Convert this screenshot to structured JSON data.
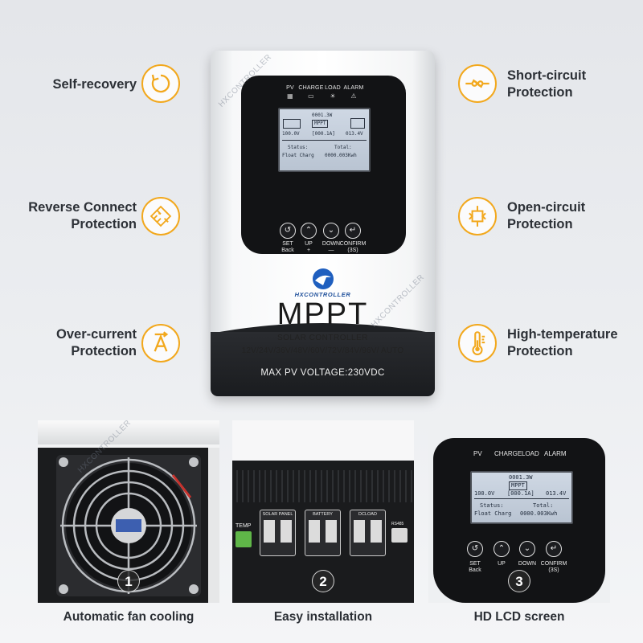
{
  "features": {
    "left": [
      {
        "label": "Self-recovery",
        "icon": "self-recovery-icon"
      },
      {
        "label": "Reverse Connect\nProtection",
        "icon": "reverse-connect-icon"
      },
      {
        "label": "Over-current\nProtection",
        "icon": "over-current-icon"
      }
    ],
    "right": [
      {
        "label": "Short-circuit\nProtection",
        "icon": "short-circuit-icon"
      },
      {
        "label": "Open-circuit\nProtection",
        "icon": "open-circuit-icon"
      },
      {
        "label": "High-temperature\nProtection",
        "icon": "high-temperature-icon"
      }
    ],
    "accent_color": "#f2a81d"
  },
  "controller": {
    "indicators": [
      "PV",
      "CHARGE",
      "LOAD",
      "ALARM"
    ],
    "lcd": {
      "power": "0001.3W",
      "mode": "MPPT",
      "pv_voltage": "100.0V",
      "current": "[000.1A]",
      "battery_voltage": "013.4V",
      "status_label": "Status:",
      "total_label": "Total:",
      "status_value": "Float Charg",
      "total_value": "0000.003Kwh"
    },
    "buttons": [
      {
        "label": "SET",
        "sub": "Back",
        "icon": "set-back-icon"
      },
      {
        "label": "UP",
        "sub": "+",
        "icon": "up-arrow-icon"
      },
      {
        "label": "DOWN",
        "sub": "—",
        "icon": "down-arrow-icon"
      },
      {
        "label": "CONFIRM",
        "sub": "(3S)",
        "icon": "confirm-icon"
      }
    ],
    "brand": "HXCONTROLLER",
    "model": "MPPT",
    "subtitle": "SOLAR CONTROLLER",
    "voltages": "12V/24V/36V/48V/60V/72V/84V/96V/ AUTO",
    "max_pv": "MAX  PV  VOLTAGE:230VDC",
    "watermark": "HXCONTROLLER"
  },
  "panels": [
    {
      "number": "1",
      "caption": "Automatic fan cooling"
    },
    {
      "number": "2",
      "caption": "Easy installation",
      "terminals": [
        "TEMP",
        "SOLAR PANEL",
        "BATTERY",
        "DCLOAD",
        "RS485"
      ]
    },
    {
      "number": "3",
      "caption": "HD LCD screen"
    }
  ]
}
